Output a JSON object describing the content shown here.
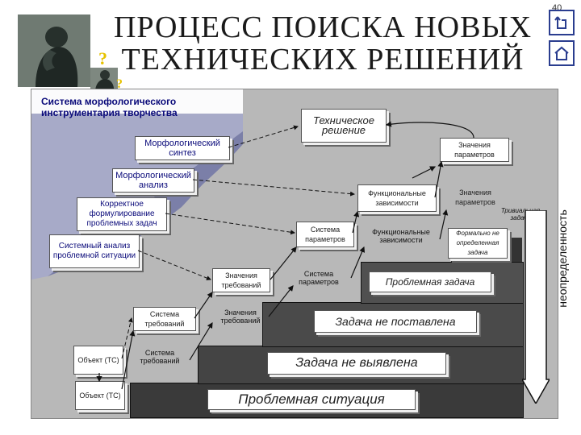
{
  "title_line1": "ПРОЦЕСС ПОИСКА НОВЫХ",
  "title_line2": "ТЕХНИЧЕСКИХ РЕШЕНИЙ",
  "page_number": "40",
  "question_mark": "?",
  "pyramid": {
    "system_label": "Система морфологического инструментария творчества",
    "morph_synthesis": "Морфологический синтез",
    "morph_analysis": "Морфологический анализ",
    "correct_formulation": "Корректное формулирование проблемных задач",
    "system_analysis": "Системный анализ проблемной ситуации"
  },
  "levels": {
    "problem_situation": "Проблемная ситуация",
    "task_not_identified": "Задача не выявлена",
    "task_not_set": "Задача не поставлена",
    "problem_task": "Проблемная задача"
  },
  "boxes": {
    "tech_solution": "Техническое решение",
    "param_values_1": "Значения параметров",
    "functional_deps_1": "Функциональные зависимости",
    "param_values_2": "Значения параметров",
    "trivial_task": "Тривиальная задача",
    "param_system_1": "Система параметров",
    "functional_deps_2": "Функциональные зависимости",
    "formally_defined": "Формально не определенная задача",
    "req_values_1": "Значения требований",
    "param_system_2": "Система параметров",
    "req_system_1": "Система требований",
    "req_values_2": "Значения требований",
    "object_1": "Объект (ТС)",
    "req_system_2": "Система требований",
    "object_2": "Объект (ТС)"
  },
  "uncertainty_label": "неопределенность",
  "colors": {
    "title": "#1a1a1a",
    "nav_border": "#2a3d8f",
    "pyramid_fill": "#7b7fa8",
    "pyramid_panel": "#a7aac8",
    "pyramid_text": "#0a0a7a",
    "step_dark": "#3a3a3a",
    "panel": "#b8b8b8",
    "question_mark": "#e6c200"
  }
}
